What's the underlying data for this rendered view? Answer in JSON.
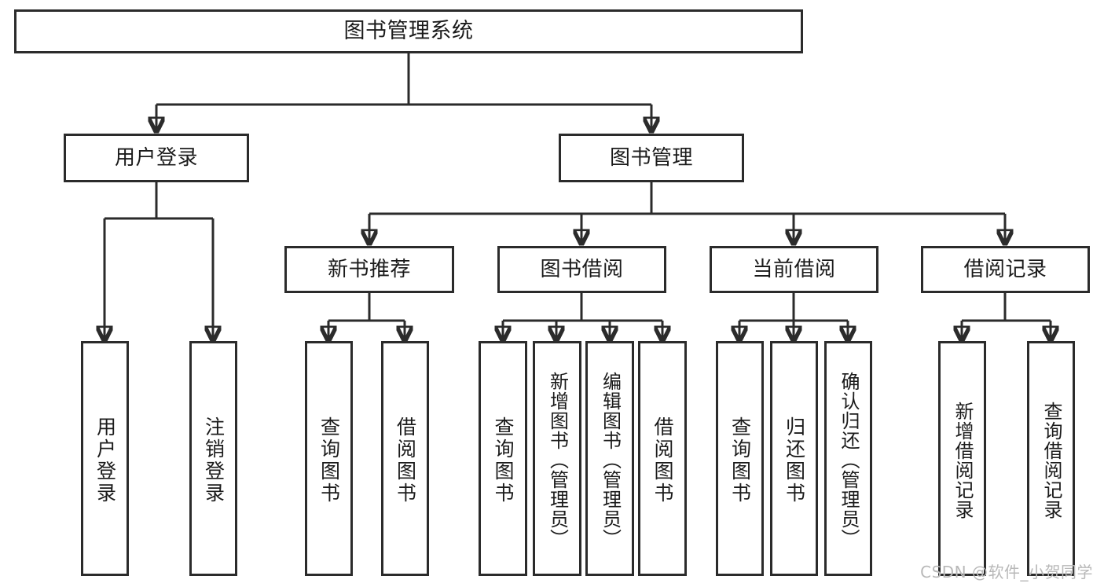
{
  "diagram": {
    "title": "图书管理系统",
    "type": "tree-hierarchy-diagram",
    "colors": {
      "stroke": "#2b2b2b",
      "fill": "#ffffff",
      "text": "#1b1b1b",
      "watermark": "#b8b8b8"
    },
    "root": {
      "label": "图书管理系统"
    },
    "level2": [
      {
        "label": "用户登录"
      },
      {
        "label": "图书管理"
      }
    ],
    "level3": [
      {
        "label": "新书推荐"
      },
      {
        "label": "图书借阅"
      },
      {
        "label": "当前借阅"
      },
      {
        "label": "借阅记录"
      }
    ],
    "leaves": {
      "user_login": [
        {
          "label": "用户登录"
        },
        {
          "label": "注销登录"
        }
      ],
      "new_book_recommend": [
        {
          "label": "查询图书"
        },
        {
          "label": "借阅图书"
        }
      ],
      "book_borrow": [
        {
          "label": "查询图书"
        },
        {
          "label": "新增图书（管理员）"
        },
        {
          "label": "编辑图书（管理员）"
        },
        {
          "label": "借阅图书"
        }
      ],
      "current_borrow": [
        {
          "label": "查询图书"
        },
        {
          "label": "归还图书"
        },
        {
          "label": "确认归还（管理员）"
        }
      ],
      "borrow_record": [
        {
          "label": "新增借阅记录"
        },
        {
          "label": "查询借阅记录"
        }
      ]
    }
  },
  "watermark": {
    "text": "CSDN @软件_小贺同学"
  }
}
